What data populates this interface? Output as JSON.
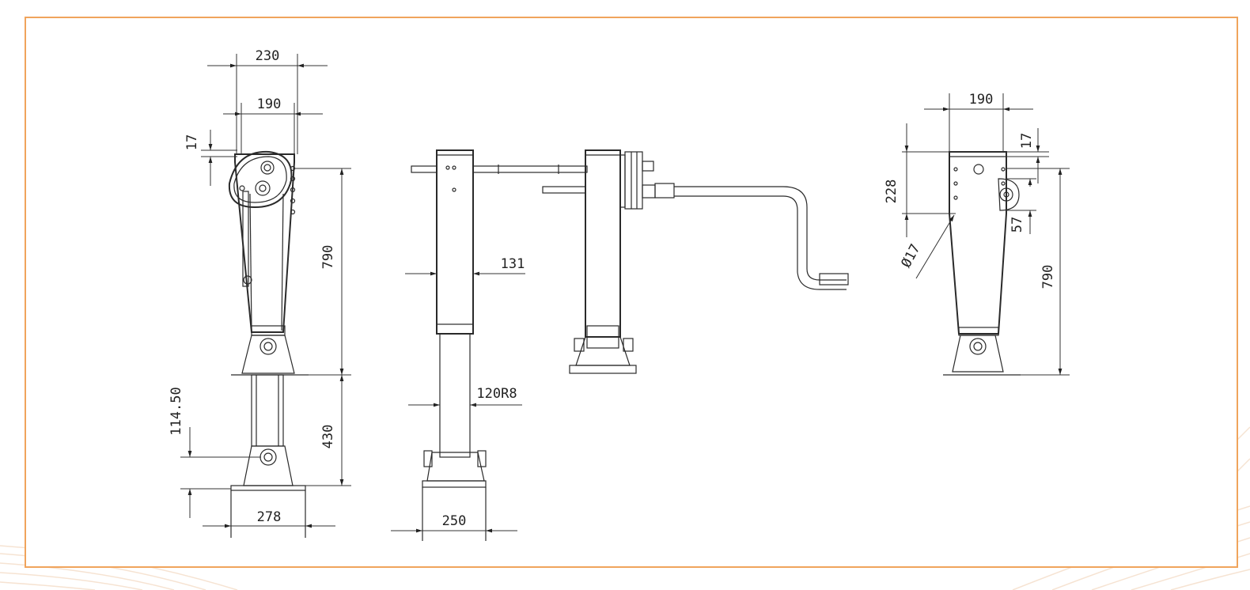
{
  "colors": {
    "frame": "#f0a45c",
    "background_lines": "#f6e3d2",
    "line": "#2a2a2a"
  },
  "front_view": {
    "top_width_outer": "230",
    "top_width_inner": "190",
    "flange_thickness": "17",
    "upper_height": "790",
    "lower_height": "430",
    "foot_pin_height": "114.50",
    "foot_width": "278"
  },
  "side_view": {
    "upper_tube_size": "131",
    "lower_tube_size": "120R8",
    "foot_width": "250"
  },
  "rear_view": {
    "top_width": "190",
    "flange_thickness": "17",
    "bolt_pattern_height": "228",
    "hole_diameter": "Ø17",
    "offset": "57",
    "height": "790"
  }
}
